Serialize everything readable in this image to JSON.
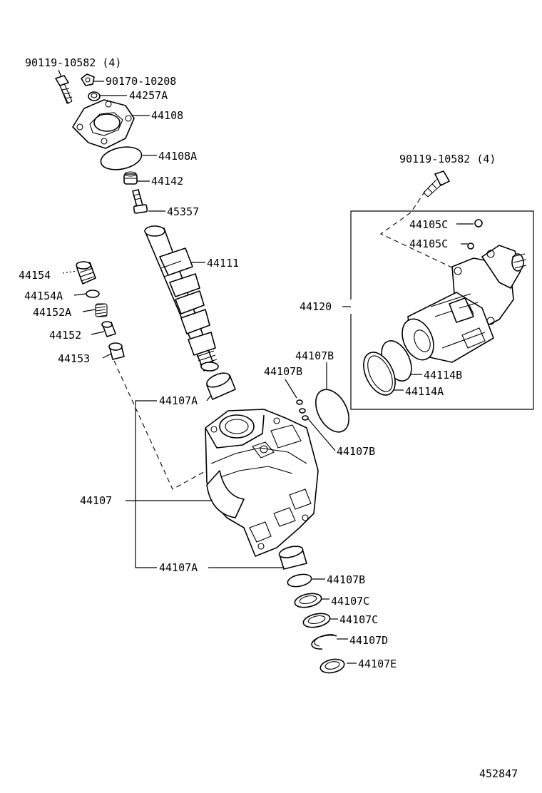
{
  "diagram_id": "452847",
  "labels": {
    "bolt_90119_top": "90119-10582 (4)",
    "nut_90170": "90170-10208",
    "p44257A": "44257A",
    "p44108": "44108",
    "p44108A": "44108A",
    "p44142": "44142",
    "p45357": "45357",
    "p44111": "44111",
    "p44154": "44154",
    "p44154A": "44154A",
    "p44152A": "44152A",
    "p44152": "44152",
    "p44153": "44153",
    "bolt_90119_right": "90119-10582 (4)",
    "p44105C_a": "44105C",
    "p44105C_b": "44105C",
    "p44120": "44120",
    "p44107B_top": "44107B",
    "p44107B_left": "44107B",
    "p44114B": "44114B",
    "p44114A": "44114A",
    "p44107A_top": "44107A",
    "p44107B_mid": "44107B",
    "p44107": "44107",
    "p44107A_bottom": "44107A",
    "p44107B_bottom": "44107B",
    "p44107C_1": "44107C",
    "p44107C_2": "44107C",
    "p44107D": "44107D",
    "p44107E": "44107E"
  }
}
